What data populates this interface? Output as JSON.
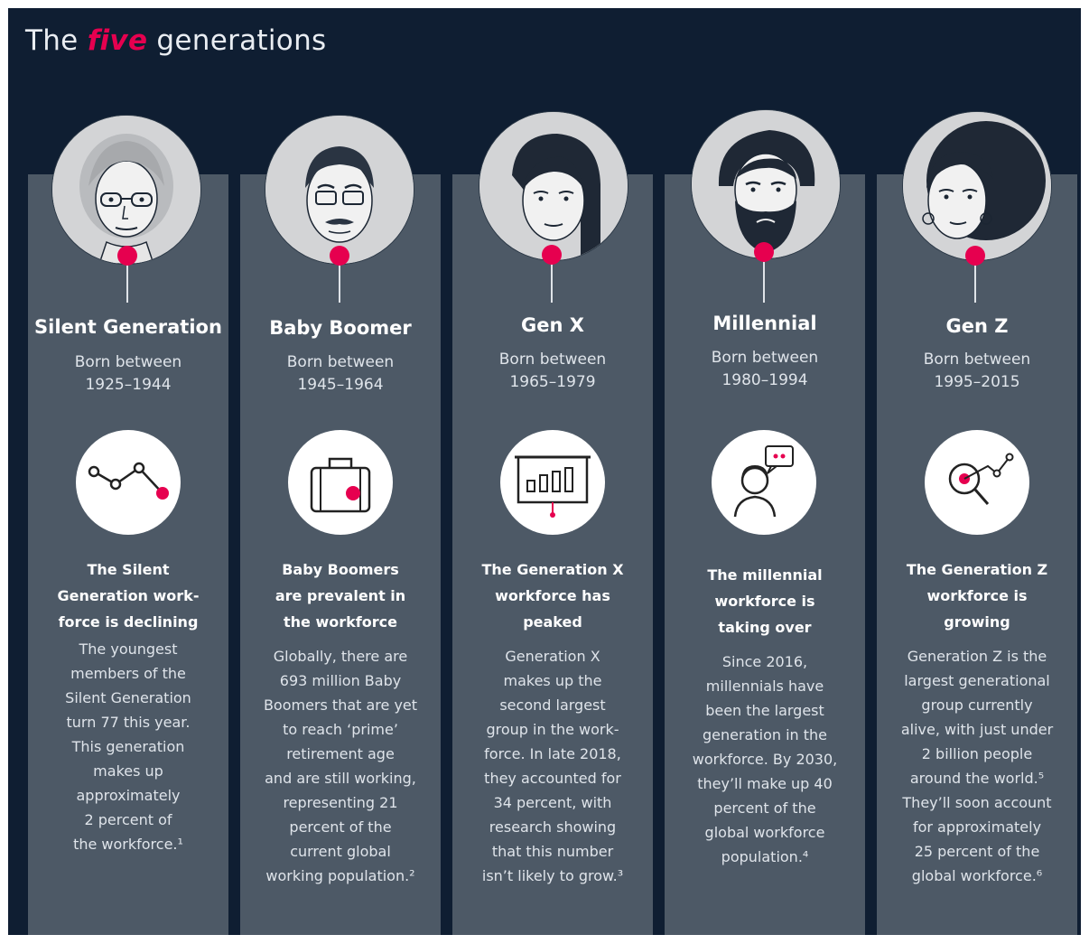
{
  "title": {
    "prefix": "The",
    "accent": "five",
    "suffix": "generations"
  },
  "colors": {
    "background": "#0f1e32",
    "panel": "#4d5966",
    "accent": "#e6004f",
    "text": "#ffffff"
  },
  "generations": [
    {
      "name": "Silent Generation",
      "born_label": "Born between",
      "born_range": "1925–1944",
      "portrait": "older-woman-with-glasses",
      "icon": "declining-line-chart-icon",
      "headline": [
        "The Silent",
        "Generation work-",
        "force is declining"
      ],
      "body": [
        "The youngest",
        "members of the",
        "Silent Generation",
        "turn 77 this year.",
        "This generation",
        "makes up",
        "approximately",
        "2 percent of",
        "the workforce.¹"
      ]
    },
    {
      "name": "Baby Boomer",
      "born_label": "Born between",
      "born_range": "1945–1964",
      "portrait": "older-man-with-mustache",
      "icon": "briefcase-icon",
      "headline": [
        "Baby Boomers",
        "are prevalent in",
        "the workforce"
      ],
      "body": [
        "Globally, there are",
        "693 million Baby",
        "Boomers that are yet",
        "to reach ‘prime’",
        "retirement age",
        "and are still working,",
        "representing 21",
        "percent of the",
        "current global",
        "working population.²"
      ]
    },
    {
      "name": "Gen X",
      "born_label": "Born between",
      "born_range": "1965–1979",
      "portrait": "woman-with-long-hair",
      "icon": "presentation-board-icon",
      "headline": [
        "The Generation X",
        "workforce has",
        "peaked"
      ],
      "body": [
        "Generation X",
        "makes up the",
        "second largest",
        "group in the work-",
        "force. In late 2018,",
        "they accounted for",
        "34 percent, with",
        "research showing",
        "that this number",
        "isn’t likely to grow.³"
      ]
    },
    {
      "name": "Millennial",
      "born_label": "Born between",
      "born_range": "1980–1994",
      "portrait": "bearded-man",
      "icon": "person-chat-icon",
      "headline": [
        "The millennial",
        "workforce is",
        "taking over"
      ],
      "body": [
        "Since 2016,",
        "millennials have",
        "been the largest",
        "generation in the",
        "workforce. By 2030,",
        "they’ll make up 40",
        "percent of the",
        "global workforce",
        "population.⁴"
      ]
    },
    {
      "name": "Gen Z",
      "born_label": "Born between",
      "born_range": "1995–2015",
      "portrait": "young-woman-curly-hair",
      "icon": "magnifier-growth-icon",
      "headline": [
        "The Generation Z",
        "workforce is",
        "growing"
      ],
      "body": [
        "Generation Z is the",
        "largest generational",
        "group currently",
        "alive, with just under",
        "2 billion people",
        "around the world.⁵",
        "They’ll soon account",
        "for approximately",
        "25 percent of the",
        "global workforce.⁶"
      ]
    }
  ]
}
